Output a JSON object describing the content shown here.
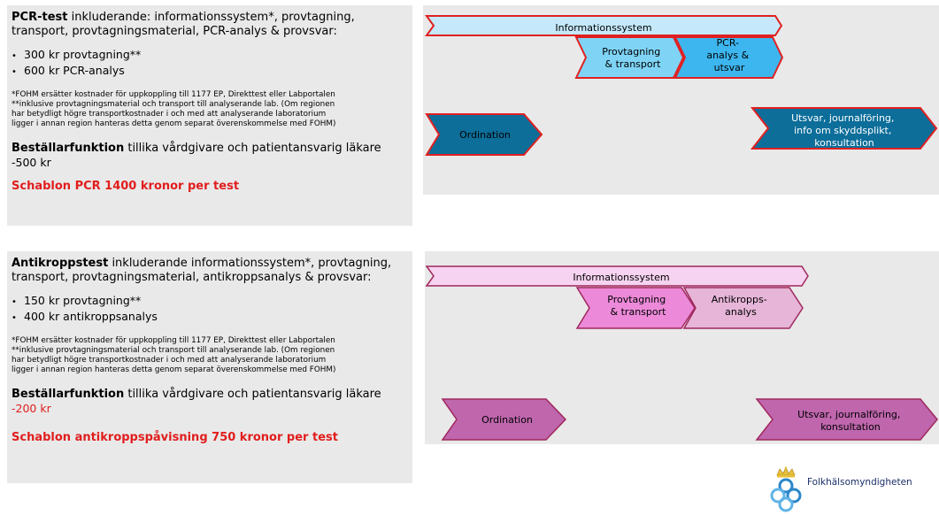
{
  "pcr": {
    "title_bold": "PCR-test",
    "title_rest": " inkluderande: informationssystem*, provtagning, transport, provtagningsmaterial, PCR-analys & provsvar:",
    "costs": [
      "300 kr provtagning**",
      "600 kr PCR-analys"
    ],
    "footnote": [
      "*FOHM ersätter kostnader för uppkoppling till 1177 EP, Direkttest  eller Labportalen",
      "**inklusive provtagningsmaterial  och transport till analyserande lab. (Om regionen",
      "har betydligt högre transportkostnader  i och med att analyserande laboratorium",
      "ligger i annan region hanteras detta genom separat överenskommelse med FOHM)"
    ],
    "orderer_bold": "Beställarfunktion",
    "orderer_rest": " tillika vårdgivare och patientansvarig läkare",
    "deduction": "-500 kr",
    "template": "Schablon PCR 1400 kronor per test",
    "flow": {
      "info": "Informationssystem",
      "sampling": [
        "Provtagning",
        "& transport"
      ],
      "analysis": [
        "PCR-",
        "analys &",
        "utsvar"
      ],
      "order": "Ordination",
      "result": [
        "Utsvar, journalföring,",
        "info  om skyddsplikt,",
        "konsultation"
      ]
    },
    "colors": {
      "info": "#c5e9fb",
      "sampling": "#7fd4f6",
      "analysis": "#3db6ef",
      "dark": "#0d6e9a",
      "outline": "#e02020"
    }
  },
  "antibody": {
    "title_bold": "Antikroppstest",
    "title_rest": " inkluderande informationssystem*, provtagning, transport, provtagningsmaterial, antikroppsanalys & provsvar:",
    "costs": [
      "150 kr provtagning**",
      "400 kr antikroppsanalys"
    ],
    "footnote": [
      "*FOHM ersätter kostnader för uppkoppling till 1177 EP, Direkttest  eller Labportalen",
      "**inklusive provtagningsmaterial  och transport till analyserande lab. (Om regionen",
      "har betydligt högre transportkostnader  i och med att analyserande laboratorium",
      "ligger i annan region hanteras detta genom separat överenskommelse med FOHM)"
    ],
    "orderer_bold": "Beställarfunktion",
    "orderer_rest": " tillika vårdgivare och patientansvarig läkare",
    "deduction": "-200 kr",
    "template": "Schablon antikroppspåvisning 750 kronor per test",
    "flow": {
      "info": "Informationssystem",
      "sampling": [
        "Provtagning",
        "& transport"
      ],
      "analysis": [
        "Antikropps-",
        "analys"
      ],
      "order": "Ordination",
      "result": [
        "Utsvar, journalföring,",
        "konsultation"
      ]
    },
    "colors": {
      "info": "#f6d3f0",
      "sampling": "#ec8ad9",
      "analysis": "#e6b5d8",
      "dark": "#bf66ad",
      "outline": "#a0285e"
    }
  },
  "logo": {
    "text": "Folkhälsomyndigheten"
  }
}
